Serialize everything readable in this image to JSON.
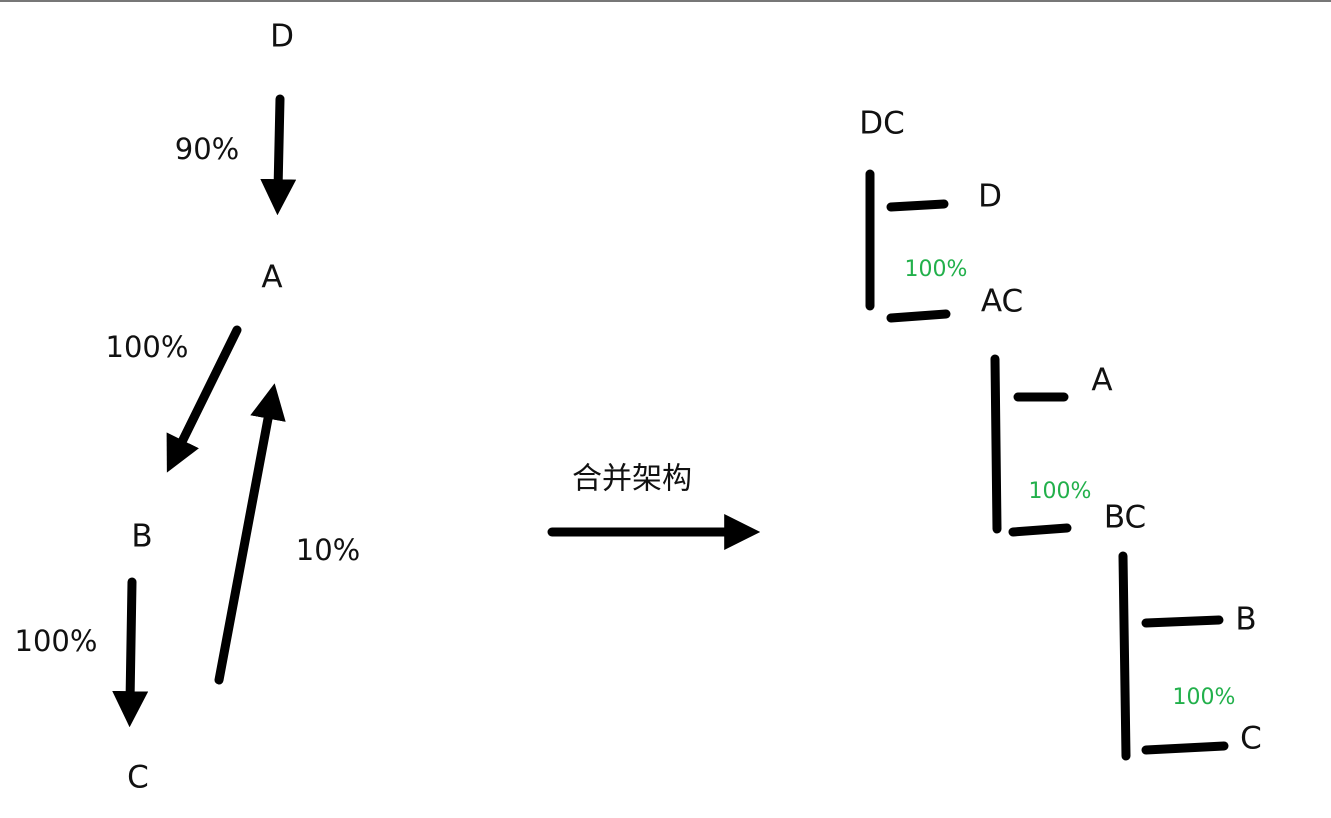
{
  "left_graph": {
    "nodes": {
      "d": "D",
      "a": "A",
      "b": "B",
      "c": "C"
    },
    "edges": {
      "d_to_a": "90%",
      "a_to_b": "100%",
      "b_to_c": "100%",
      "c_to_a": "10%"
    }
  },
  "transform_label": "合并架构",
  "right_tree": {
    "dc": "DC",
    "d": "D",
    "dc_pct": "100%",
    "ac": "AC",
    "a": "A",
    "ac_pct": "100%",
    "bc": "BC",
    "b": "B",
    "bc_pct": "100%",
    "c": "C"
  },
  "colors": {
    "percent_green": "#22b04b"
  }
}
